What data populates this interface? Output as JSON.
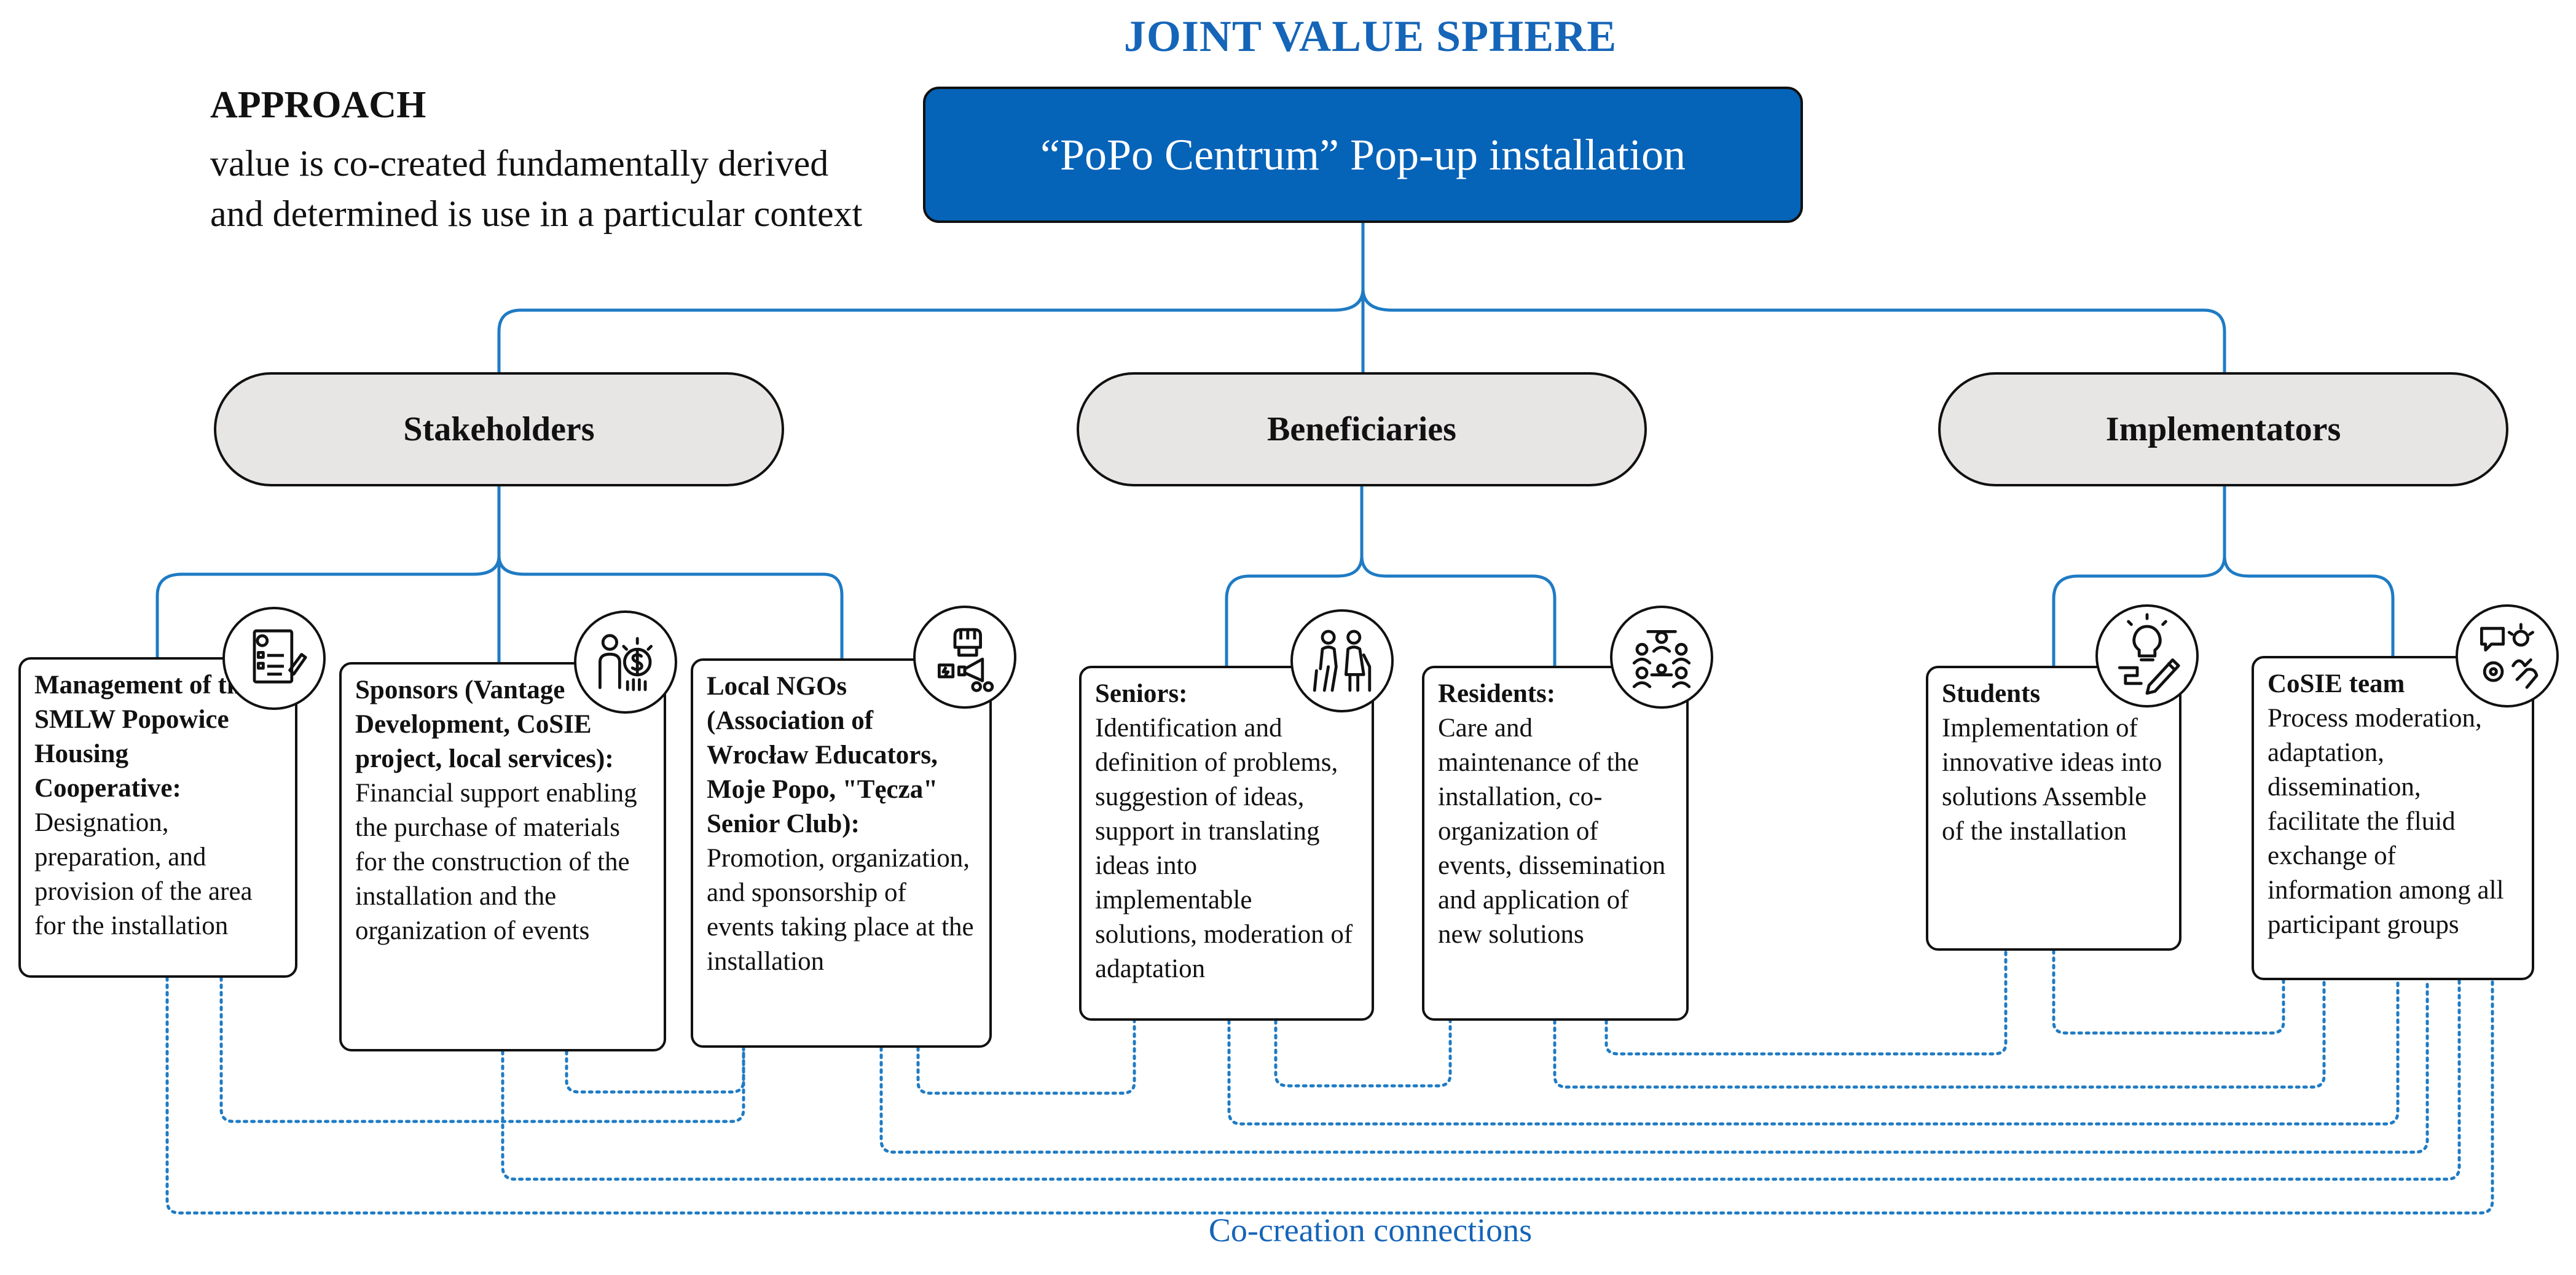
{
  "title": "JOINT VALUE SPHERE",
  "approach": {
    "heading": "APPROACH",
    "line1": "value is co-created fundamentally derived",
    "line2": "and determined is use in a particular context"
  },
  "central": {
    "label": "“PoPo Centrum” Pop-up installation"
  },
  "categories": [
    {
      "label": "Stakeholders"
    },
    {
      "label": "Beneficiaries"
    },
    {
      "label": "Implementators"
    }
  ],
  "cards": [
    {
      "title": "Management of the SMLW Popowice Housing Cooperative:",
      "description": "Designation, preparation, and provision of the area for the installation",
      "icon": "document-settings-icon"
    },
    {
      "title": "Sponsors (Vantage Development, CoSIE project, local services):",
      "description": "Financial support enabling the purchase of materials for the construction of the installation and the organization of events",
      "icon": "money-person-icon"
    },
    {
      "title": "Local NGOs (Association of Wrocław Educators, Moje Popo, \"Tęcza\" Senior Club):",
      "description": "Promotion, organization, and sponsorship of events taking place at the installation",
      "icon": "megaphone-fist-icon"
    },
    {
      "title": "Seniors:",
      "description": "Identification and definition of problems, suggestion of ideas, support in translating ideas into implementable solutions, moderation of adaptation",
      "icon": "seniors-icon"
    },
    {
      "title": "Residents:",
      "description": "Care and maintenance of the installation, co-organization of events, dissemination and application of new solutions",
      "icon": "community-network-icon"
    },
    {
      "title": "Students",
      "description": "Implementation of innovative ideas into solutions Assemble of the installation",
      "icon": "idea-pencil-icon"
    },
    {
      "title": "CoSIE team",
      "description": "Process moderation, adaptation, dissemination, facilitate the fluid exchange of information among all participant groups",
      "icon": "team-collaboration-icon"
    }
  ],
  "footer": "Co-creation connections",
  "colors": {
    "accent": "#0563b8",
    "connector": "#1f7bc4",
    "category_fill": "#e8e5e5"
  }
}
